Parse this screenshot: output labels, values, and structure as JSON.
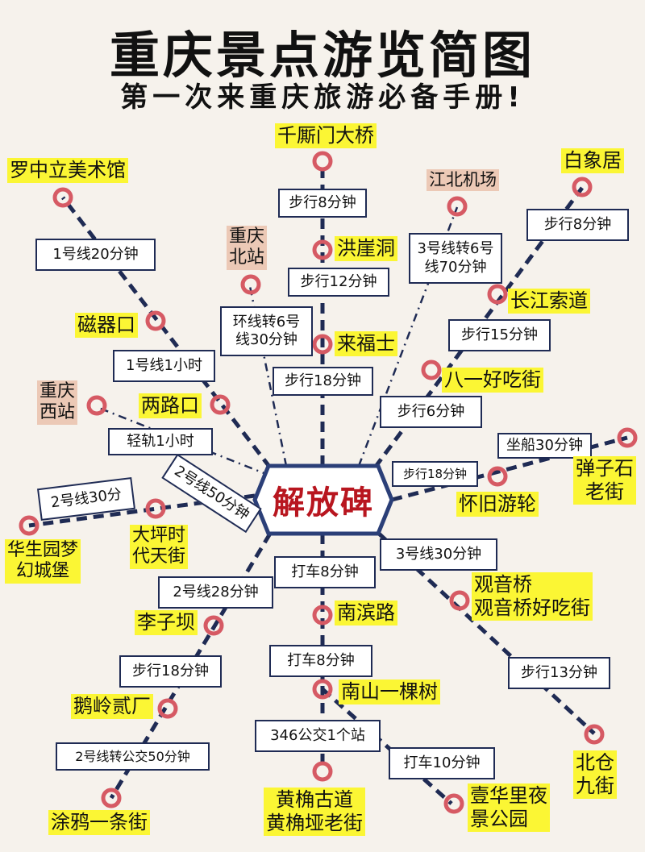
{
  "header": {
    "title": "重庆景点游览简图",
    "subtitle": "第一次来重庆旅游必备手册!"
  },
  "colors": {
    "background": "#f6f2ec",
    "route_line": "#1f2b54",
    "station_ring": "#d65a64",
    "highlight_yellow": "#fbf634",
    "transport_hub_bg": "#ecc9b6",
    "hub_text": "#b8161f"
  },
  "hub": {
    "name": "解放碑"
  },
  "places": {
    "qiansimen": "千厮门大桥",
    "hongyadong": "洪崖洞",
    "laifushi": "来福士",
    "luozhongli": "罗中立美术馆",
    "ciqikou": "磁器口",
    "lianglukou": "两路口",
    "cq_north": "重庆\n北站",
    "cq_west": "重庆\n西站",
    "jiangbei_airport": "江北机场",
    "baixiangju": "白象居",
    "changjiang_cableway": "长江索道",
    "bayi_food_street": "八一好吃街",
    "danzishi": "弹子石\n老街",
    "huaijiu_cruise": "怀旧游轮",
    "huasheng_castle": "华生园梦\n幻城堡",
    "daping": "大坪时\n代天街",
    "liziba": "李子坝",
    "eling": "鹅岭贰厂",
    "tuya_street": "涂鸦一条街",
    "nanbin_road": "南滨路",
    "nanshan_tree": "南山一棵树",
    "huangjueya": "黄桷古道\n黄桷垭老街",
    "yihuali_park": "壹华里夜\n景公园",
    "guanyinqiao": "观音桥\n观音桥好吃街",
    "beicang": "北仓\n九街"
  },
  "routes": {
    "walk_8_qiansimen": "步行8分钟",
    "walk_12": "步行12分钟",
    "walk_18_laifushi": "步行18分钟",
    "line1_20": "1号线20分钟",
    "line1_1h": "1号线1小时",
    "loop_to_6": "环线转6号\n线30分钟",
    "light_rail_1h": "轻轨1小时",
    "line3_to_6": "3号线转6号\n线70分钟",
    "walk_8_baixiang": "步行8分钟",
    "walk_15": "步行15分钟",
    "walk_6": "步行6分钟",
    "boat_30": "坐船30分钟",
    "walk_18_cruise": "步行18分钟",
    "line2_30": "2号线30分",
    "line2_50": "2号线50分钟",
    "line2_28": "2号线28分钟",
    "walk_18_eling": "步行18分钟",
    "line2_bus_50": "2号线转公交50分钟",
    "taxi_8_nanbin": "打车8分钟",
    "taxi_8_nanshan": "打车8分钟",
    "bus346": "346公交1个站",
    "taxi_10": "打车10分钟",
    "line3_30": "3号线30分钟",
    "walk_13": "步行13分钟"
  }
}
